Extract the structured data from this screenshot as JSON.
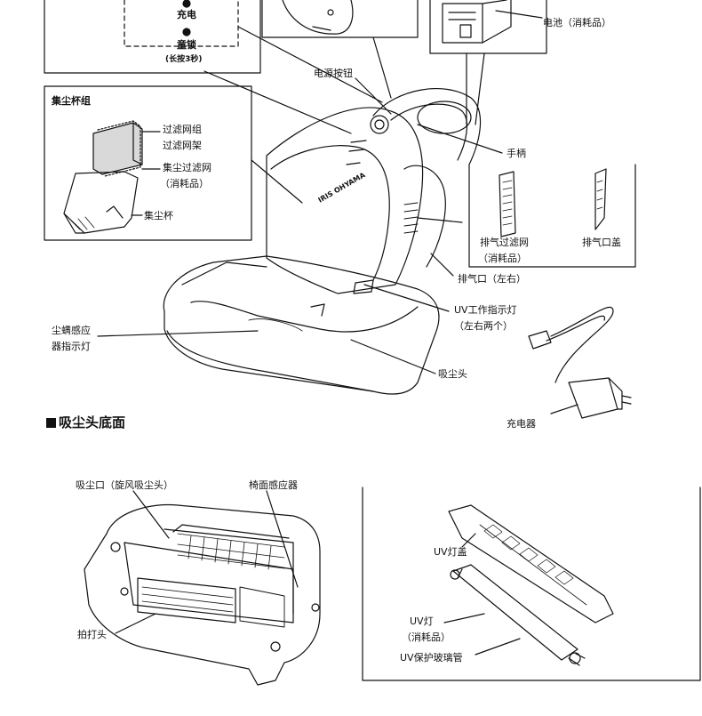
{
  "top_left_box": {
    "charge": "充电",
    "child_lock": "童锁",
    "long_press": "(长按3秒)"
  },
  "battery": "电池（消耗品）",
  "power_button": "电源按钮",
  "dust_cup_group": {
    "title": "集尘杯组",
    "filter_group": "过滤网组",
    "filter_frame": "过滤网架",
    "dust_filter": "集尘过滤网",
    "consumable": "（消耗品）",
    "dust_cup": "集尘杯"
  },
  "handle": "手柄",
  "exhaust_filter": "排气过滤网",
  "exhaust_filter_consumable": "（消耗品）",
  "exhaust_cover": "排气口盖",
  "exhaust_port": "排气口（左右）",
  "uv_indicator": "UV工作指示灯",
  "uv_indicator_sub": "（左右两个）",
  "mite_sensor": "尘螨感应",
  "mite_sensor_sub": "器指示灯",
  "suction_head": "吸尘头",
  "charger": "充电器",
  "bottom_section": {
    "title": "吸尘头底面",
    "suction_port": "吸尘口（旋风吸尘头）",
    "surface_sensor": "椅面感应器",
    "beater_head": "拍打头",
    "uv_cover": "UV灯盖",
    "uv_lamp": "UV灯",
    "uv_lamp_consumable": "（消耗品）",
    "uv_glass": "UV保护玻璃管"
  },
  "product_brand": "IRIS OHYAMA"
}
